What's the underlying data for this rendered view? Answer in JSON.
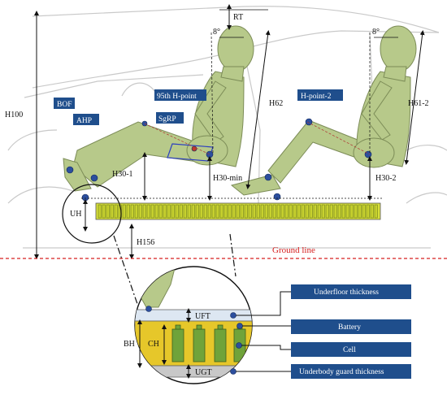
{
  "labels": {
    "rt": "RT",
    "angle_front": "8°",
    "angle_rear": "8°",
    "h100": "H100",
    "h62": "H62",
    "h61_2": "H61-2",
    "h30_1": "H30-1",
    "h30_min": "H30-min",
    "h30_2": "H30-2",
    "uh": "UH",
    "h156": "H156",
    "ground_line": "Ground line",
    "uft": "UFT",
    "bh": "BH",
    "ch": "CH",
    "ugt": "UGT"
  },
  "tags": {
    "bof": "BOF",
    "ahp": "AHP",
    "h_point_95": "95th H-point",
    "sgrp": "SgRP",
    "h_point_2": "H-point-2"
  },
  "legend": {
    "underfloor": "Underfloor thickness",
    "battery": "Battery",
    "cell": "Cell",
    "underbody": "Underbody guard thickness"
  },
  "colors": {
    "tag_bg": "#1f4e8c",
    "mannequin": "#b7c98a",
    "battery": "#d8e03a",
    "cell": "#6fa33a",
    "ground": "#d62020",
    "dot": "#2c4f9e",
    "floor": "#dde7f2",
    "guard": "#c8c8c8"
  }
}
